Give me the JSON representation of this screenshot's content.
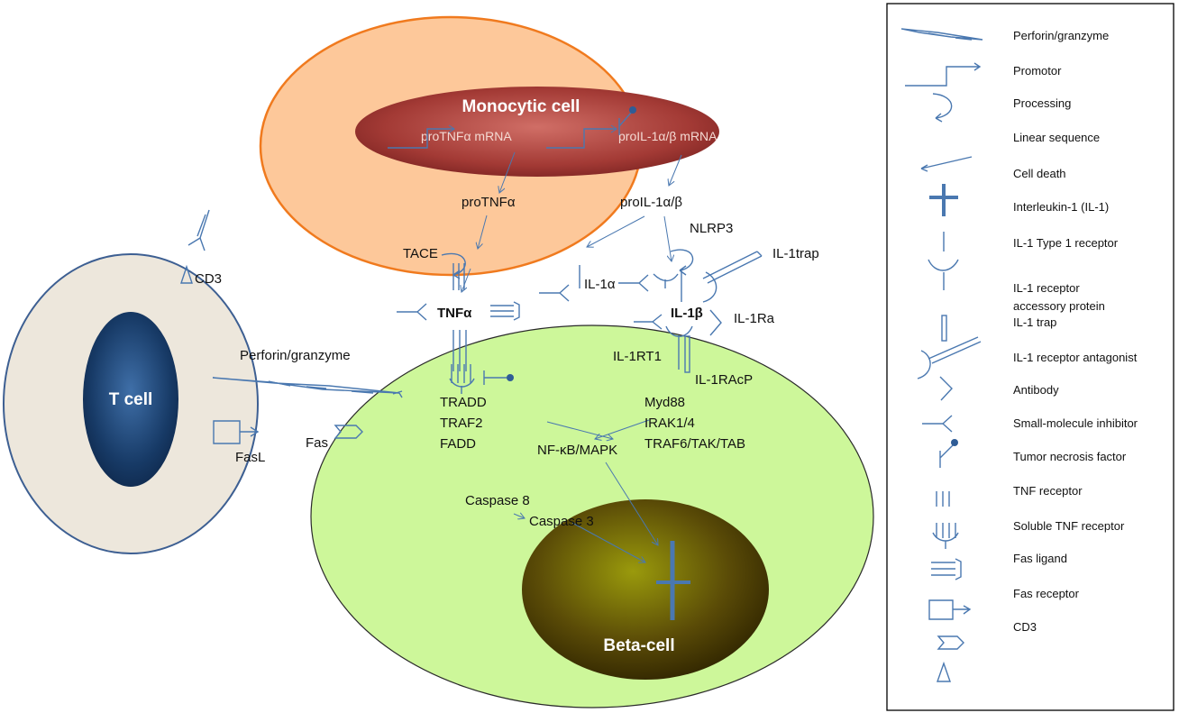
{
  "cells": {
    "monocyte": "Monocytic cell",
    "tcell": "T cell",
    "beta": "Beta-cell"
  },
  "labels": {
    "protnf_mrna": "proTNFα mRNA",
    "proil1_mrna": "proIL-1α/β mRNA",
    "protnf": "proTNFα",
    "proil1": "proIL-1α/β",
    "tace": "TACE",
    "nlrp3": "NLRP3",
    "il1trap": "IL-1trap",
    "cd3": "CD3",
    "il1a": "IL-1α",
    "tnfa": "TNFα",
    "il1b": "IL-1β",
    "il1ra": "IL-1Ra",
    "perforin": "Perforin/granzyme",
    "il1rt1": "IL-1RT1",
    "il1racp": "IL-1RAcP",
    "tradd": "TRADD",
    "traf2": "TRAF2",
    "fadd": "FADD",
    "myd88": "Myd88",
    "irak": "IRAK1/4",
    "traf6": "TRAF6/TAK/TAB",
    "nfkb": "NF-κB/MAPK",
    "fas": "Fas",
    "fasl": "FasL",
    "casp8": "Caspase 8",
    "casp3": "Caspase 3"
  },
  "legend": [
    {
      "icon": "perforin-granzyme-icon",
      "label": "Perforin/granzyme"
    },
    {
      "icon": "promotor-icon",
      "label": "Promotor"
    },
    {
      "icon": "processing-icon",
      "label": "Processing"
    },
    {
      "icon": "linear-sequence-icon",
      "label": "Linear sequence"
    },
    {
      "icon": "cell-death-icon",
      "label": "Cell death"
    },
    {
      "icon": "interleukin-icon",
      "label": "Interleukin-1 (IL-1)"
    },
    {
      "icon": "il1-receptor-icon",
      "label": "IL-1 Type 1 receptor"
    },
    {
      "icon": "il1-accessory-icon",
      "label": "IL-1 receptor",
      "label2": "accessory protein"
    },
    {
      "icon": "il1-trap-icon",
      "label": "IL-1 trap"
    },
    {
      "icon": "il1-antagonist-icon",
      "label": "IL-1 receptor antagonist"
    },
    {
      "icon": "antibody-icon",
      "label": "Antibody"
    },
    {
      "icon": "inhibitor-icon",
      "label": "Small-molecule inhibitor"
    },
    {
      "icon": "tnf-icon",
      "label": "Tumor necrosis factor"
    },
    {
      "icon": "tnf-receptor-icon",
      "label": "TNF receptor"
    },
    {
      "icon": "soluble-tnf-receptor-icon",
      "label": "Soluble TNF receptor"
    },
    {
      "icon": "fas-ligand-icon",
      "label": "Fas ligand"
    },
    {
      "icon": "fas-receptor-icon",
      "label": "Fas receptor"
    },
    {
      "icon": "cd3-icon",
      "label": "CD3"
    }
  ],
  "colors": {
    "monocyte_fill": "#fdc89a",
    "monocyte_stroke": "#f07a1e",
    "nucleus_mono": "#a33a35",
    "beta_fill": "#cdf79a",
    "tcell_fill": "#ede7dc",
    "tcell_stroke": "#3d5f92",
    "icon_blue": "#4a78b0"
  }
}
